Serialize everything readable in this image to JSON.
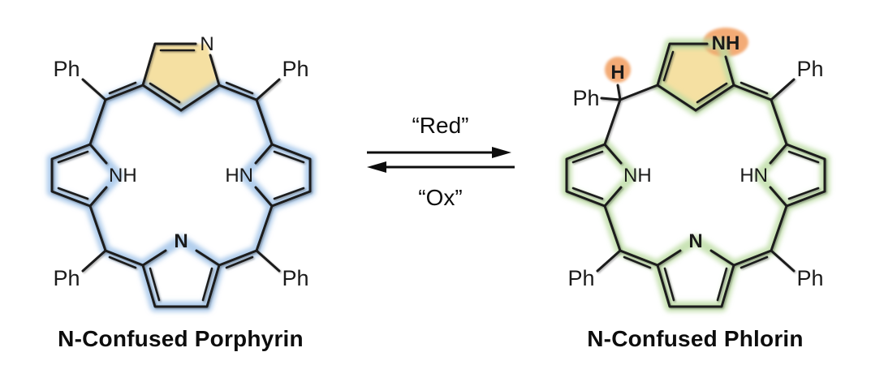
{
  "left_molecule": {
    "title": "N-Confused Porphyrin",
    "atoms": {
      "confused_n": "N",
      "left_nh": "NH",
      "right_hn": "HN",
      "bottom_n": "N",
      "ph_nw": "Ph",
      "ph_ne": "Ph",
      "ph_sw": "Ph",
      "ph_se": "Ph"
    },
    "colors": {
      "macrocycle_glow": "#9FC2E8",
      "confused_ring_fill": "#F5DF9E"
    }
  },
  "right_molecule": {
    "title": "N-Confused Phlorin",
    "atoms": {
      "sp3_h": "H",
      "confused_nh": "NH",
      "left_nh": "NH",
      "right_hn": "HN",
      "bottom_n": "N",
      "ph_nw": "Ph",
      "ph_ne": "Ph",
      "ph_sw": "Ph",
      "ph_se": "Ph"
    },
    "colors": {
      "macrocycle_glow": "#BBDCA3",
      "confused_ring_fill": "#F5DF9E",
      "atom_highlight": "#F2A368",
      "h_text": "#7C2D12"
    }
  },
  "reaction": {
    "forward_label": "“Red”",
    "reverse_label": "“Ox”"
  }
}
